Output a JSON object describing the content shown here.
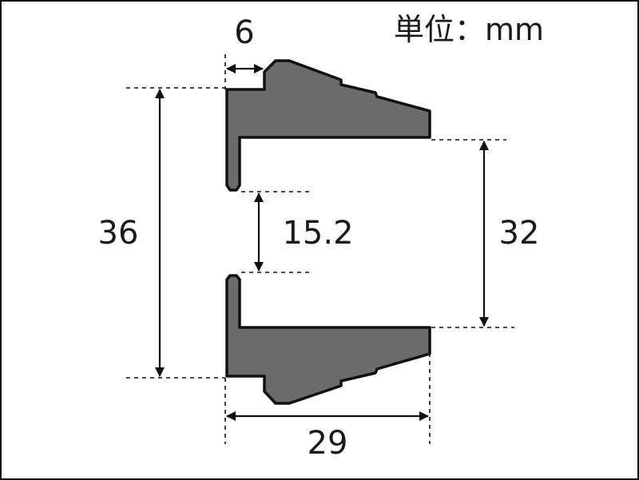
{
  "unit_label": "単位：mm",
  "dimensions": {
    "flange_thickness": "6",
    "outer_height": "36",
    "gap_width": "15.2",
    "inner_height": "32",
    "overall_width": "29"
  },
  "colors": {
    "profile_fill": "#6b6b6b",
    "outline": "#111111",
    "background": "#ffffff"
  }
}
